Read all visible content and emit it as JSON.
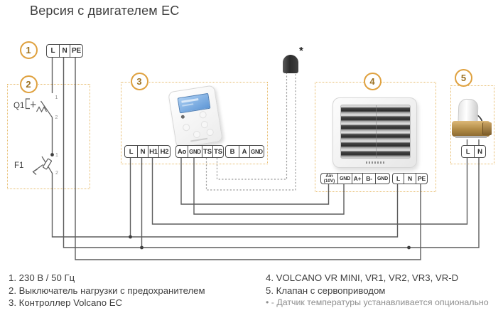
{
  "title": "Версия с двигателем EC",
  "badges": {
    "1": "1",
    "2": "2",
    "3": "3",
    "4": "4",
    "5": "5"
  },
  "components": {
    "breaker_label": "Q1",
    "fuse_label": "F1",
    "breaker_contact_top": "1",
    "breaker_contact_bottom": "2",
    "fuse_contact_top": "1",
    "fuse_contact_bottom": "2",
    "sensor_mark": "*"
  },
  "blocks": {
    "source": {
      "cells": [
        "L",
        "N",
        "PE"
      ]
    },
    "controller_power": {
      "cells": [
        "L",
        "N",
        "H1",
        "H2"
      ]
    },
    "controller_analog": {
      "cells": [
        "Ao",
        "GND",
        "TS",
        "TS"
      ]
    },
    "controller_bus": {
      "cells": [
        "B",
        "A",
        "GND"
      ]
    },
    "heater_control": {
      "ain_line1": "Ain",
      "ain_line2": "(10V)",
      "cells": [
        "GND",
        "A+",
        "B-",
        "GND"
      ]
    },
    "heater_power": {
      "cells": [
        "L",
        "N",
        "PE"
      ]
    },
    "valve": {
      "cells": [
        "L",
        "N"
      ]
    }
  },
  "legend": {
    "left": [
      "1. 230 В / 50 Гц",
      "2. Выключатель нагрузки с предохранителем",
      "3. Контроллер Volcano EC"
    ],
    "right": [
      "4. VOLCANO VR MINI, VR1, VR2, VR3, VR-D",
      "5. Клапан с сервоприводом"
    ],
    "note": "• - Датчик температуры устанавливается опционально"
  },
  "colors": {
    "accent": "#DFA13F",
    "wire": "#5D5D5D",
    "dashed_wire": "#9A9A9A",
    "box_border": "#E7BB6B"
  }
}
